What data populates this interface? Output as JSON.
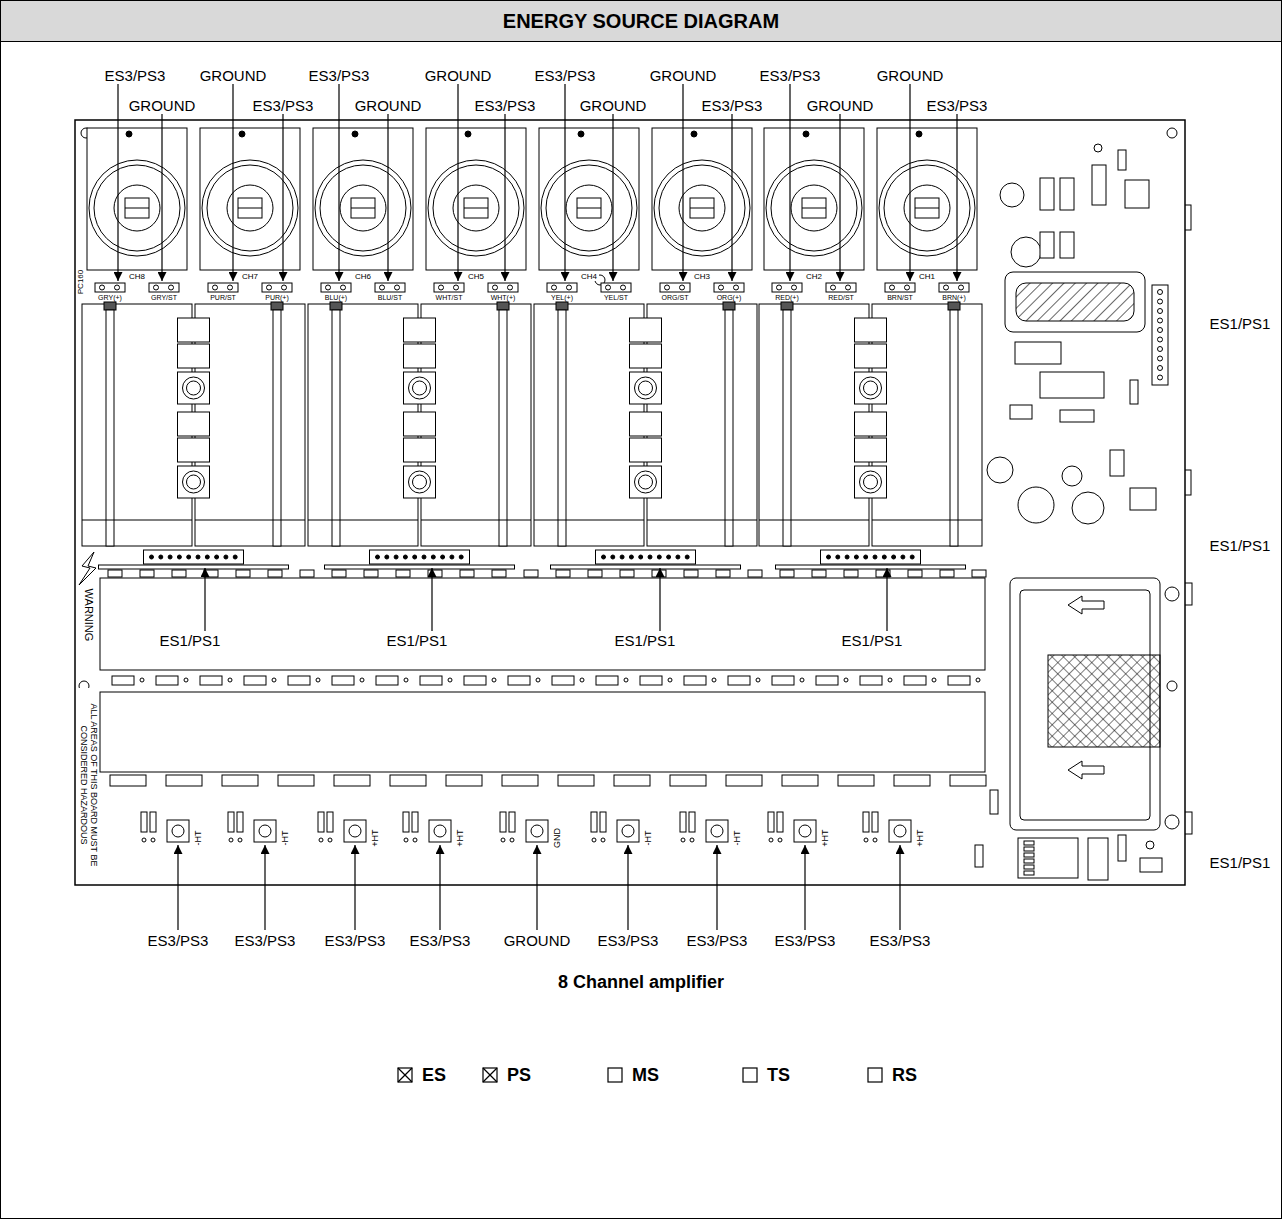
{
  "diagram": {
    "title": "ENERGY SOURCE DIAGRAM",
    "caption": "8 Channel amplifier",
    "labels": [
      "ES3/PS3",
      "GROUND",
      "GROUND",
      "ES3/PS3",
      "ES3/PS3",
      "GROUND",
      "GROUND",
      "ES3/PS3",
      "ES3/PS3",
      "GROUND",
      "GROUND",
      "ES3/PS3",
      "ES3/PS3",
      "GROUND",
      "GROUND",
      "ES3/PS3",
      "PC160",
      "CH8",
      "CH7",
      "CH6",
      "CH5",
      "CH4",
      "CH3",
      "CH2",
      "CH1",
      "GRY(+)",
      "GRY/ST",
      "PUR/ST",
      "PUR(+)",
      "BLU(+)",
      "BLU/ST",
      "WHT/ST",
      "WHT(+)",
      "YEL(+)",
      "YEL/ST",
      "ORG/ST",
      "ORG(+)",
      "RED(+)",
      "RED/ST",
      "BRN/ST",
      "BRN(+)",
      "ES1/PS1",
      "ES1/PS1",
      "WARNING",
      "ES1/PS1",
      "ES1/PS1",
      "ES1/PS1",
      "ES1/PS1",
      "ALL AREAS OF THIS BOARD MUST BE CONSIDERED HAZARDOUS",
      "-HT",
      "-HT",
      "+HT",
      "+HT",
      "GND",
      "-HT",
      "-HT",
      "+HT",
      "+HT",
      "ES1/PS1",
      "ES3/PS3",
      "ES3/PS3",
      "ES3/PS3",
      "ES3/PS3",
      "GROUND",
      "ES3/PS3",
      "ES3/PS3",
      "ES3/PS3",
      "ES3/PS3",
      "ES",
      "PS",
      "MS",
      "TS",
      "RS"
    ]
  }
}
